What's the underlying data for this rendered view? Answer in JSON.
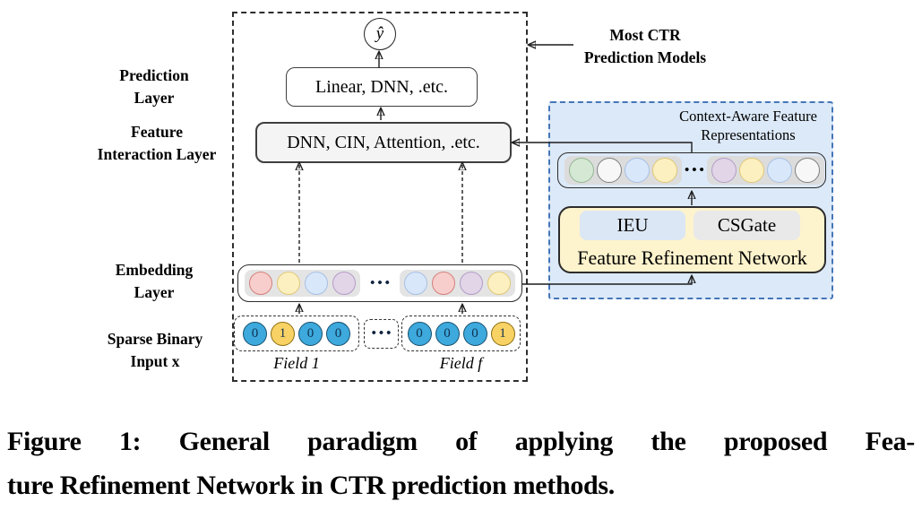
{
  "labels": {
    "prediction_layer": "Prediction\nLayer",
    "feature_interaction_layer": "Feature\nInteraction Layer",
    "embedding_layer": "Embedding\nLayer",
    "sparse_binary_input": "Sparse Binary\nInput x",
    "most_ctr": "Most CTR\nPrediction Models",
    "context_aware": "Context-Aware Feature\nRepresentations",
    "field_1": "Field 1",
    "field_f": "Field f"
  },
  "nodes": {
    "y_hat": "ŷ",
    "prediction_box": "Linear, DNN, .etc.",
    "interaction_box": "DNN, CIN, Attention, .etc.",
    "ieu": "IEU",
    "csgate": "CSGate",
    "frn": "Feature Refinement Network",
    "dots": "•••"
  },
  "embedding_row": {
    "left_group": [
      "pink",
      "yellow",
      "blue",
      "purple"
    ],
    "right_group": [
      "blue",
      "pink",
      "purple",
      "yellow"
    ]
  },
  "context_row": {
    "left_group": [
      "green",
      "white",
      "blue",
      "yellow"
    ],
    "right_group": [
      "purple",
      "yellow",
      "blue",
      "white"
    ]
  },
  "sparse_input": {
    "field1_values": [
      {
        "value": "0",
        "color": "bit_blue"
      },
      {
        "value": "1",
        "color": "bit_yellow"
      },
      {
        "value": "0",
        "color": "bit_blue"
      },
      {
        "value": "0",
        "color": "bit_blue"
      }
    ],
    "fieldf_values": [
      {
        "value": "0",
        "color": "bit_blue"
      },
      {
        "value": "0",
        "color": "bit_blue"
      },
      {
        "value": "0",
        "color": "bit_blue"
      },
      {
        "value": "1",
        "color": "bit_yellow"
      }
    ]
  },
  "colors": {
    "pink": {
      "fill": "#f8cecc",
      "stroke": "#d4807c"
    },
    "yellow": {
      "fill": "#fdf0c0",
      "stroke": "#e0c878"
    },
    "blue": {
      "fill": "#d9e7fb",
      "stroke": "#a6c1e4"
    },
    "purple": {
      "fill": "#e1d5e7",
      "stroke": "#b49cc8"
    },
    "green": {
      "fill": "#d5e8d4",
      "stroke": "#93b791"
    },
    "white": {
      "fill": "#f7f7f7",
      "stroke": "#7f7f7f"
    },
    "bit_blue": {
      "fill": "#3da9dc",
      "stroke": "#19506e"
    },
    "bit_yellow": {
      "fill": "#f8d264",
      "stroke": "#8c6e10"
    },
    "panel_bg": "#dce9f8",
    "panel_border": "#4576b8",
    "frn_bg": "#fdf3cd",
    "ieu_bg": "#dce7f5",
    "csgate_bg": "#e9e9e9"
  },
  "caption": {
    "line1": "Figure 1: General paradigm of applying the proposed Fea-",
    "line2": "ture Refinement Network in CTR prediction methods."
  }
}
